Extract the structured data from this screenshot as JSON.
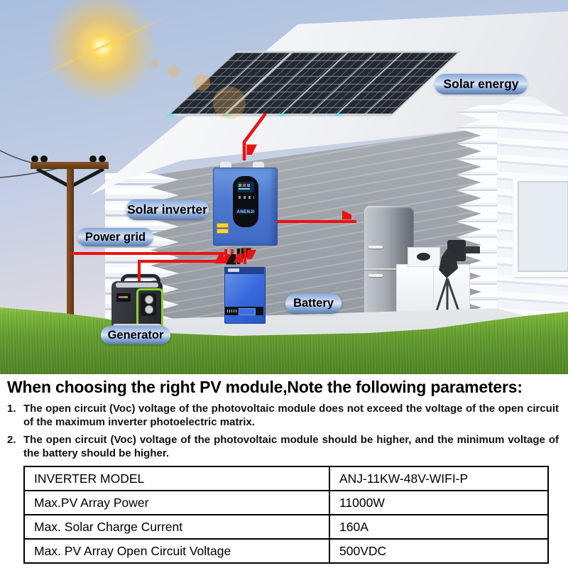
{
  "scene": {
    "label_solar_energy": "Solar energy",
    "label_solar_inverter": "Solar inverter",
    "label_power_grid": "Power grid",
    "label_generator": "Generator",
    "label_battery": "Battery",
    "inverter_brand": "ANENJI"
  },
  "info": {
    "heading": "When choosing the right PV module,Note the following parameters:",
    "notes": [
      {
        "num": "1.",
        "text": "The open circuit (Voc) voltage of the photovoltaic module does not exceed the voltage of the open circuit of the maximum inverter photoelectric matrix."
      },
      {
        "num": "2.",
        "text": "The open circuit (Voc) voltage of the photovoltaic module should be higher, and the minimum voltage of the battery should be higher."
      }
    ]
  },
  "table": {
    "rows": [
      {
        "label": "INVERTER MODEL",
        "value": "ANJ-11KW-48V-WIFI-P"
      },
      {
        "label": "Max.PV Array Power",
        "value": "11000W"
      },
      {
        "label": "Max. Solar Charge Current",
        "value": "160A"
      },
      {
        "label": "Max. PV Array Open Circuit Voltage",
        "value": "500VDC"
      }
    ]
  },
  "colors": {
    "wire_red": "#ee1111",
    "wire_black": "#141414",
    "pill_blue": "#8fadda",
    "inverter_blue": "#4d7ad0",
    "battery_blue": "#2f62d8",
    "grass_green": "#639c2d",
    "sun_yellow": "#ffd94d"
  }
}
